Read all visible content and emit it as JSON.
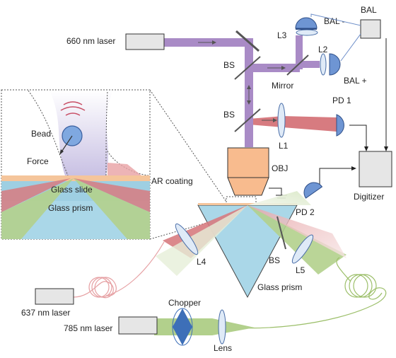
{
  "labels": {
    "laser_660": "660 nm laser",
    "laser_637": "637 nm laser",
    "laser_785": "785 nm laser",
    "bs_top": "BS",
    "bs_mid": "BS",
    "bs_prism": "BS",
    "mirror": "Mirror",
    "l1": "L1",
    "l2": "L2",
    "l3": "L3",
    "l4": "L4",
    "l5": "L5",
    "bal_minus": "BAL -",
    "bal_plus": "BAL +",
    "bal": "BAL",
    "pd1": "PD 1",
    "pd2": "PD 2",
    "obj": "OBJ",
    "digitizer": "Digitizer",
    "glass_prism": "Glass prism",
    "chopper": "Chopper",
    "lens": "Lens",
    "inset_bead": "Bead",
    "inset_force": "Force",
    "inset_ar": "AR coating",
    "inset_slide": "Glass slide",
    "inset_prism": "Glass prism"
  },
  "colors": {
    "beam_660": "#a98bc6",
    "beam_637": "#d77b80",
    "beam_785": "#b2d08c",
    "objective": "#f8bb8e",
    "detector": "#6e95d3",
    "prism": "#aad7e8",
    "inset_slide": "#9ecfe2",
    "ar_coating": "#f5c59b",
    "box_gray": "#e6e6e6"
  }
}
